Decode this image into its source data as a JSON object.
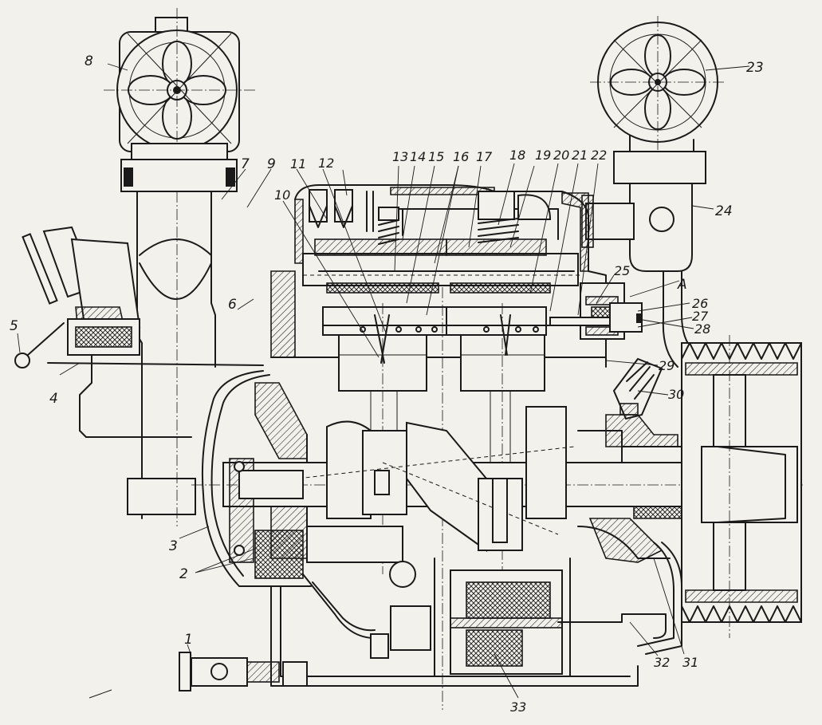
{
  "callouts": [
    {
      "id": "c1",
      "text": "1"
    },
    {
      "id": "c2",
      "text": "2"
    },
    {
      "id": "c3",
      "text": "3"
    },
    {
      "id": "c4",
      "text": "4"
    },
    {
      "id": "c5",
      "text": "5"
    },
    {
      "id": "c6",
      "text": "6"
    },
    {
      "id": "c7",
      "text": "7"
    },
    {
      "id": "c8",
      "text": "8"
    },
    {
      "id": "c9",
      "text": "9"
    },
    {
      "id": "c10",
      "text": "10"
    },
    {
      "id": "c11",
      "text": "11"
    },
    {
      "id": "c12",
      "text": "12"
    },
    {
      "id": "c13",
      "text": "13"
    },
    {
      "id": "c14",
      "text": "14"
    },
    {
      "id": "c15",
      "text": "15"
    },
    {
      "id": "c16",
      "text": "16"
    },
    {
      "id": "c17",
      "text": "17"
    },
    {
      "id": "c18",
      "text": "18"
    },
    {
      "id": "c19",
      "text": "19"
    },
    {
      "id": "c20",
      "text": "20"
    },
    {
      "id": "c21",
      "text": "21"
    },
    {
      "id": "c22",
      "text": "22"
    },
    {
      "id": "c23",
      "text": "23"
    },
    {
      "id": "c24",
      "text": "24"
    },
    {
      "id": "c25",
      "text": "25"
    },
    {
      "id": "cA",
      "text": "A"
    },
    {
      "id": "c26",
      "text": "26"
    },
    {
      "id": "c27",
      "text": "27"
    },
    {
      "id": "c28",
      "text": "28"
    },
    {
      "id": "c29",
      "text": "29"
    },
    {
      "id": "c30",
      "text": "30"
    },
    {
      "id": "c31",
      "text": "31"
    },
    {
      "id": "c32",
      "text": "32"
    },
    {
      "id": "c33",
      "text": "33"
    }
  ]
}
